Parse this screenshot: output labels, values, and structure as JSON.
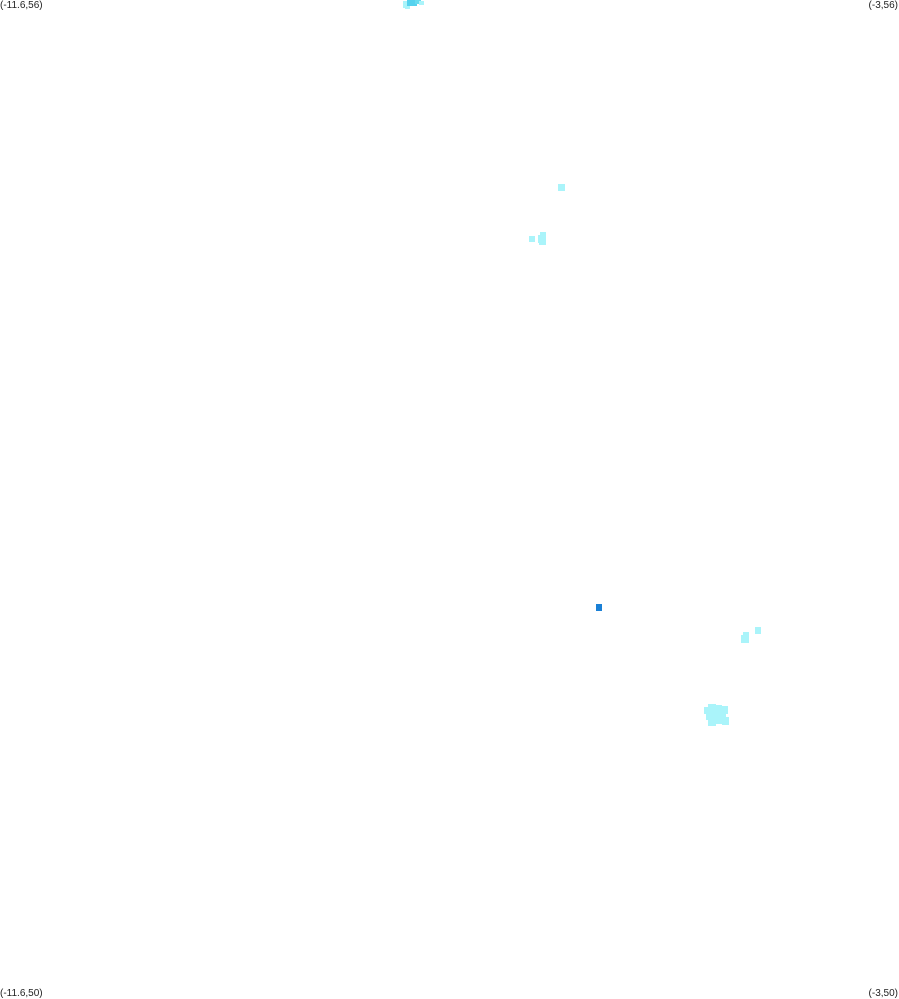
{
  "map": {
    "corners": {
      "top_left": "(-11.6,56)",
      "top_right": "(-3,56)",
      "bottom_left": "(-11.6,50)",
      "bottom_right": "(-3,50)"
    },
    "colors": {
      "background": "#ffffff",
      "light_cyan": "#aaf4fa",
      "mid_cyan": "#55d2ee",
      "deep_blue": "#1a80d6"
    }
  }
}
